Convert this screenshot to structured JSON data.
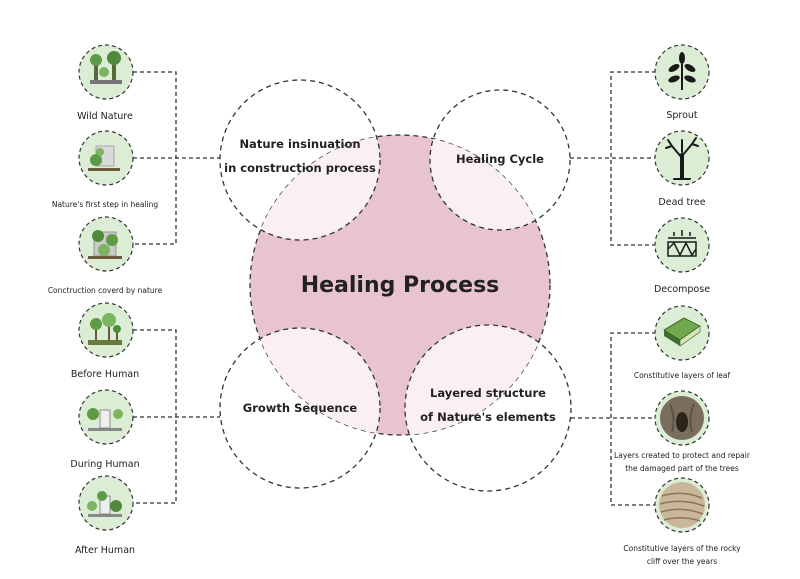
{
  "center": {
    "title": "Healing Process"
  },
  "hubs": {
    "insinuation": {
      "line1": "Nature insinuation",
      "line2": "in construction process"
    },
    "cycle": {
      "label": "Healing Cycle"
    },
    "growth": {
      "label": "Growth Sequence"
    },
    "layered": {
      "line1": "Layered structure",
      "line2": "of Nature's elements"
    }
  },
  "left_nodes": [
    {
      "label": "Wild Nature",
      "icon": "wild-nature-icon"
    },
    {
      "label": "Nature's first step in healing",
      "icon": "first-step-icon"
    },
    {
      "label": "Conctruction coverd by nature",
      "icon": "covered-construction-icon"
    },
    {
      "label": "Before  Human",
      "icon": "before-human-icon"
    },
    {
      "label": "During  Human",
      "icon": "during-human-icon"
    },
    {
      "label": "After  Human",
      "icon": "after-human-icon"
    }
  ],
  "right_nodes": [
    {
      "label": "Sprout",
      "icon": "sprout-icon"
    },
    {
      "label": "Dead tree",
      "icon": "dead-tree-icon"
    },
    {
      "label": "Decompose",
      "icon": "decompose-icon"
    },
    {
      "label": "Constitutive layers of leaf",
      "icon": "leaf-layers-icon"
    },
    {
      "label1": "Layers created to protect and repair",
      "label2": "the damaged part of the trees",
      "icon": "tree-bark-icon"
    },
    {
      "label1": "Constitutive layers of the rocky",
      "label2": "cliff over the years",
      "icon": "rock-cliff-icon"
    }
  ],
  "colors": {
    "center_fill": "#e8c4d0",
    "node_fill": "#dcedd6",
    "stroke": "#333333",
    "leaf_green": "#5f9a45"
  }
}
